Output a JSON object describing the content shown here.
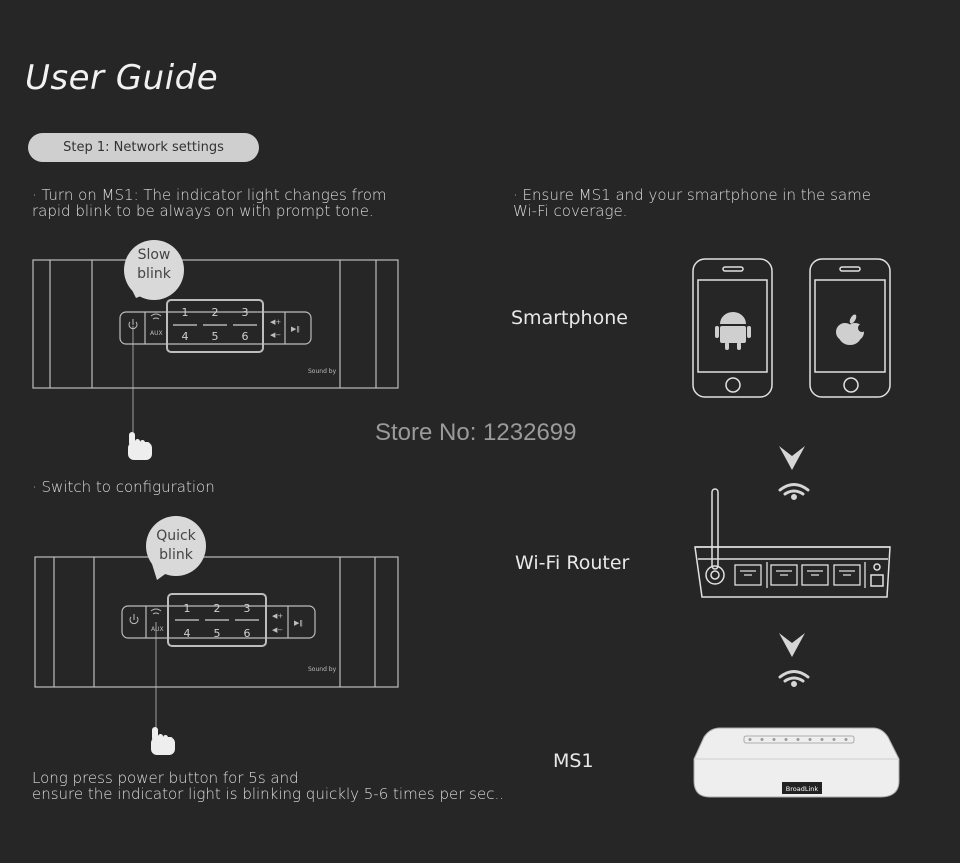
{
  "title": "User Guide",
  "step": "Step 1: Network settings",
  "left": {
    "turn_on_line1": "· Turn on MS1: The indicator light changes from",
    "turn_on_line2": "rapid blink to be always on with prompt tone.",
    "bubble1_line1": "Slow",
    "bubble1_line2": "blink",
    "switch_config": "· Switch to configuration",
    "bubble2_line1": "Quick",
    "bubble2_line2": "blink",
    "long_press_line1": "Long press power button for 5s and",
    "long_press_line2": "ensure the indicator light is blinking quickly 5-6 times per sec..",
    "device_keys": [
      "1",
      "2",
      "3",
      "4",
      "5",
      "6"
    ],
    "aux_label": "AUX",
    "sound_by": "Sound by"
  },
  "right": {
    "ensure_line1": "· Ensure MS1 and your smartphone in the same",
    "ensure_line2": "Wi-Fi coverage.",
    "smartphone": "Smartphone",
    "router": "Wi-Fi Router",
    "ms1": "MS1",
    "ms1_brand": "BroadLink"
  },
  "watermark": "Store No: 1232699",
  "colors": {
    "background": "#262626",
    "line": "#bdbdbd",
    "pill": "#cfcfcf",
    "bubble": "#d9d9d9"
  },
  "icons": [
    "power-icon",
    "wifi-icon",
    "volume-up-icon",
    "volume-down-icon",
    "play-pause-icon",
    "hand-pointer-icon",
    "android-icon",
    "apple-icon",
    "wifi-signal-icon",
    "down-arrow-icon",
    "antenna-icon",
    "ethernet-port-icon"
  ]
}
